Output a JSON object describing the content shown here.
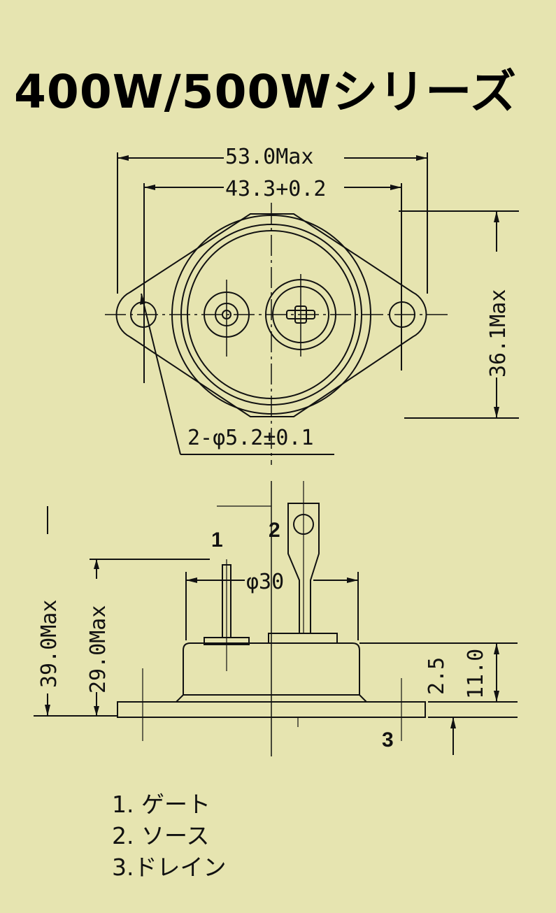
{
  "title": "400W/500Wシリーズ",
  "top_view": {
    "width_max": "53.0Max",
    "hole_pitch": "43.3+0.2",
    "height_max": "36.1Max",
    "hole_spec": "2-φ5.2±0.1"
  },
  "side_view": {
    "terminal_1": "1",
    "terminal_2": "2",
    "terminal_3": "3",
    "body_diameter": "φ30",
    "total_height_max": "39.0Max",
    "body_height_max": "29.0Max",
    "flange_thickness": "2.5",
    "case_height": "11.0"
  },
  "legend": [
    {
      "text": "1. ゲート"
    },
    {
      "text": "2. ソース"
    },
    {
      "text": "3.ドレイン"
    }
  ]
}
